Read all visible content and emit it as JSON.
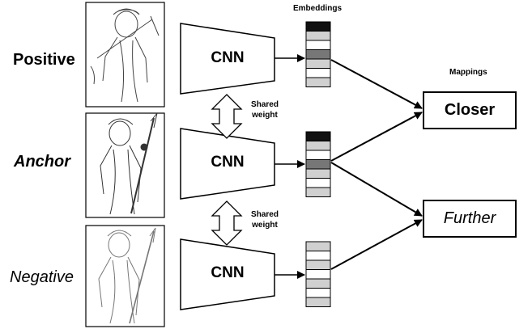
{
  "labels": {
    "positive": "Positive",
    "anchor": "Anchor",
    "negative": "Negative"
  },
  "headers": {
    "embeddings": "Embeddings",
    "mappings": "Mappings"
  },
  "cnn_label": "CNN",
  "shared_weight": {
    "line1": "Shared",
    "line2": "weight"
  },
  "outcomes": {
    "closer": "Closer",
    "further": "Further"
  },
  "embedding_cells": {
    "positive": [
      "#111111",
      "#d0d0d0",
      "#ffffff",
      "#777777",
      "#d0d0d0",
      "#ffffff",
      "#d0d0d0"
    ],
    "anchor": [
      "#111111",
      "#d0d0d0",
      "#ffffff",
      "#777777",
      "#d0d0d0",
      "#ffffff",
      "#d0d0d0"
    ],
    "negative": [
      "#d0d0d0",
      "#ffffff",
      "#d0d0d0",
      "#ffffff",
      "#d0d0d0",
      "#ffffff",
      "#d0d0d0"
    ]
  }
}
